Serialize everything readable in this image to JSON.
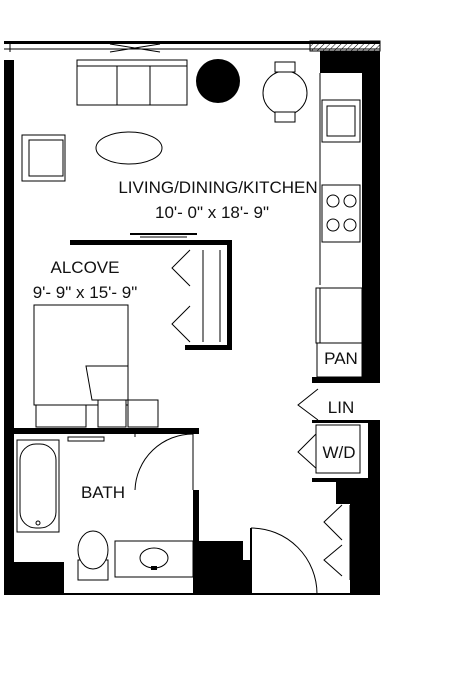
{
  "rooms": {
    "living": {
      "name": "LIVING/DINING/KITCHEN",
      "dimensions": "10'- 0\" x 18'- 9\""
    },
    "alcove": {
      "name": "ALCOVE",
      "dimensions": "9'- 9\" x 15'- 9\""
    },
    "bath": {
      "name": "BATH"
    }
  },
  "closets": {
    "pantry": "PAN",
    "linen": "LIN",
    "washer_dryer": "W/D"
  },
  "colors": {
    "wall": "#000000",
    "background": "#ffffff"
  }
}
